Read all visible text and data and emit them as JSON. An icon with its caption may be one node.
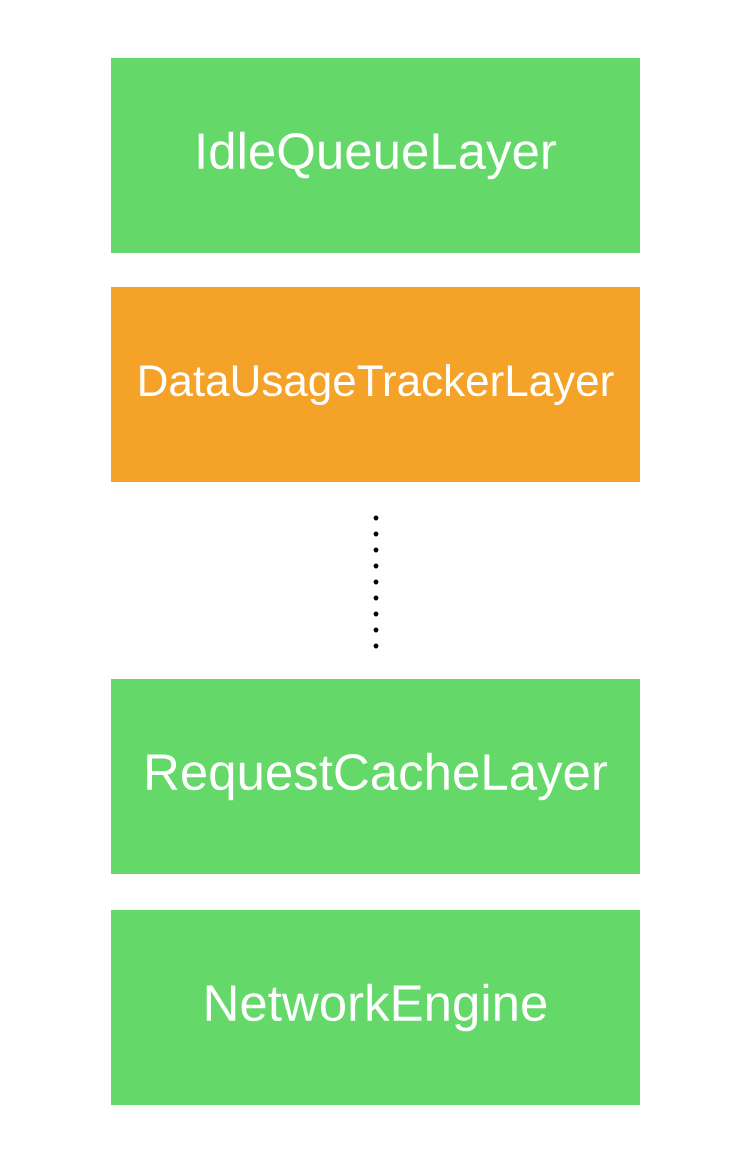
{
  "diagram": {
    "nodes": [
      {
        "text": [
          "IdleQueueLayer"
        ]
      },
      {
        "text": [
          "DataUsageTrackerLayer"
        ]
      },
      {
        "text": [
          "RequestCacheLayer"
        ]
      },
      {
        "text": [
          "NetworkEngine"
        ]
      }
    ]
  }
}
